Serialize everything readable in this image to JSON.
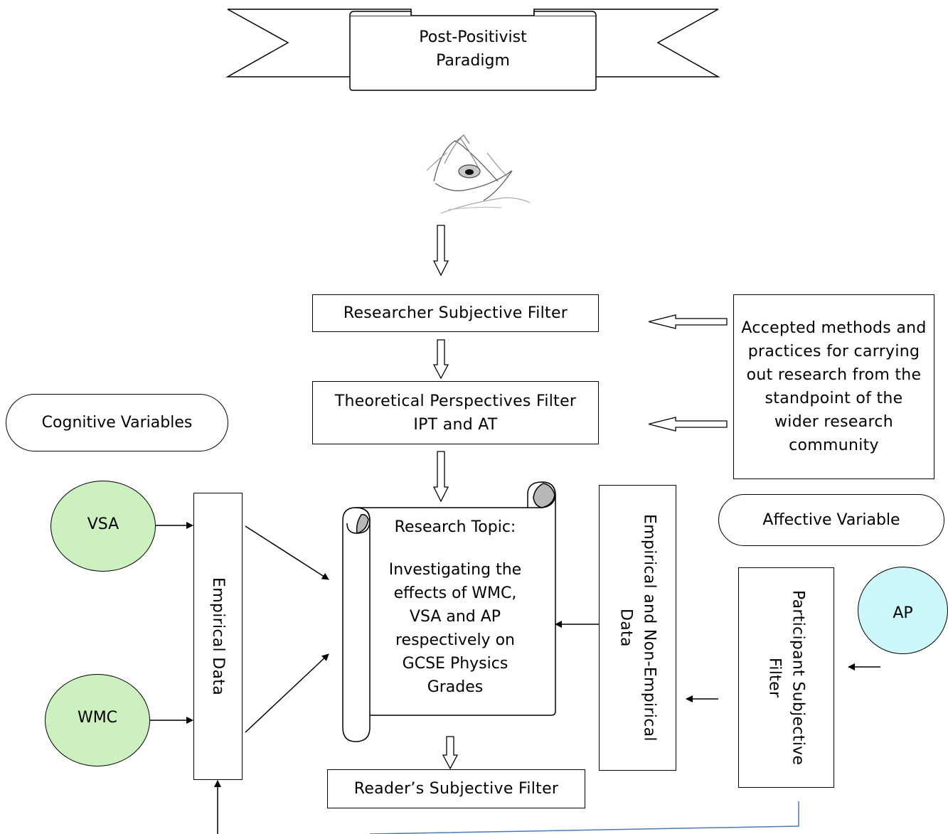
{
  "banner": {
    "line1": "Post-Positivist",
    "line2": "Paradigm"
  },
  "eye_icon": "eye-icon",
  "researcher_filter": "Researcher Subjective Filter",
  "theoretical_filter": {
    "line1": "Theoretical Perspectives Filter",
    "line2": "IPT and AT"
  },
  "accepted_methods": "Accepted methods and practices for carrying out research from the standpoint of the wider research community",
  "cognitive_variables": "Cognitive Variables",
  "affective_variable": "Affective Variable",
  "vsa": "VSA",
  "wmc": "WMC",
  "ap": "AP",
  "empirical_data": "Empirical Data",
  "empirical_nonempirical": "Empirical and Non-Empirical Data",
  "participant_filter": "Participant Subjective Filter",
  "research_topic": {
    "heading": "Research Topic:",
    "body": "Investigating the effects of WMC, VSA and AP respectively on GCSE Physics Grades"
  },
  "reader_filter": "Reader’s Subjective Filter",
  "colors": {
    "vsa_wmc_fill": "#ccf0c0",
    "ap_fill": "#ccf7fb",
    "connector_blue": "#4a78b8",
    "scroll_curl": "#b8b8b8"
  }
}
